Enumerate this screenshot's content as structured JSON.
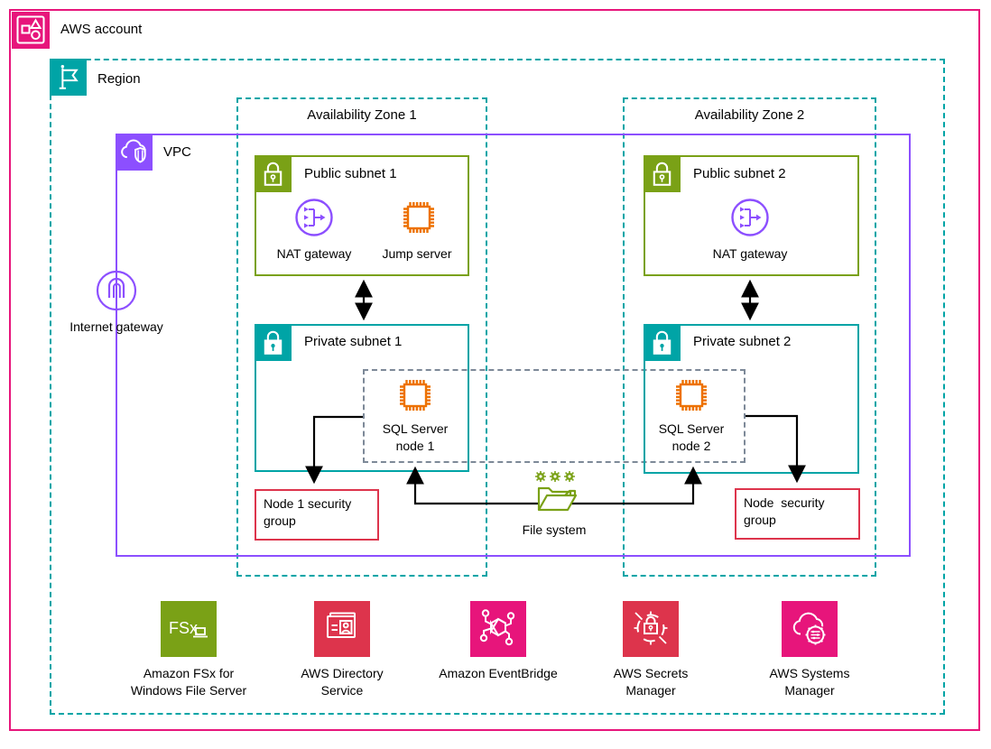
{
  "colors": {
    "account_pink": "#E7157B",
    "region_teal": "#00A4A6",
    "vpc_purple": "#8C4FFF",
    "subnet_public_green": "#7AA116",
    "subnet_private_teal": "#00A4A6",
    "ec2_orange": "#ED7100",
    "security_group_red": "#DD344C",
    "cluster_dashed_gray": "#7D8998",
    "arrow_black": "#000000"
  },
  "account": {
    "label": "AWS account"
  },
  "region": {
    "label": "Region"
  },
  "vpc": {
    "label": "VPC"
  },
  "internet_gateway": {
    "label": "Internet gateway"
  },
  "az1": {
    "label": "Availability Zone 1",
    "public_subnet": {
      "label": "Public subnet 1",
      "nat": "NAT gateway",
      "jump": "Jump server"
    },
    "private_subnet": {
      "label": "Private subnet 1",
      "sql_node": "SQL Server\nnode 1"
    },
    "security_group": "Node 1 security\ngroup"
  },
  "az2": {
    "label": "Availability Zone 2",
    "public_subnet": {
      "label": "Public subnet 2",
      "nat": "NAT gateway"
    },
    "private_subnet": {
      "label": "Private subnet 2",
      "sql_node": "SQL Server\nnode 2"
    },
    "security_group": "Node  security\ngroup"
  },
  "file_system": {
    "label": "File system"
  },
  "services": [
    {
      "label": "Amazon FSx for\nWindows File Server",
      "icon_text": "FSx"
    },
    {
      "label": "AWS Directory\nService"
    },
    {
      "label": "Amazon EventBridge"
    },
    {
      "label": "AWS Secrets\nManager"
    },
    {
      "label": "AWS Systems\nManager"
    }
  ]
}
